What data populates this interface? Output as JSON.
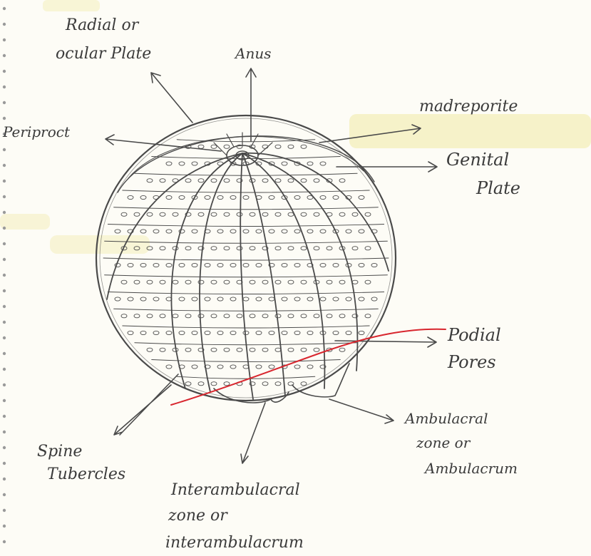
{
  "diagram": {
    "labels": {
      "radial_plate": [
        "Radial or",
        "ocular Plate"
      ],
      "anus": "Anus",
      "madreporite": "madreporite",
      "periproct": "Periproct",
      "genital_plate": [
        "Genital",
        "Plate"
      ],
      "podial_pores": [
        "Podial",
        "Pores"
      ],
      "ambulacral_zone": [
        "Ambulacral",
        "zone or",
        "Ambulacrum"
      ],
      "spine_tubercles": [
        "Spine",
        "Tubercles"
      ],
      "interambulacral_zone": [
        "Interambulacral",
        "zone or",
        "interambulacrum"
      ]
    },
    "colors": {
      "paper": "#fdfcf6",
      "pencil": "#4a4a4a",
      "highlight": "#f1e9a4",
      "red_mark": "#d8262e",
      "binding_dots": "#9a9a9a"
    }
  }
}
